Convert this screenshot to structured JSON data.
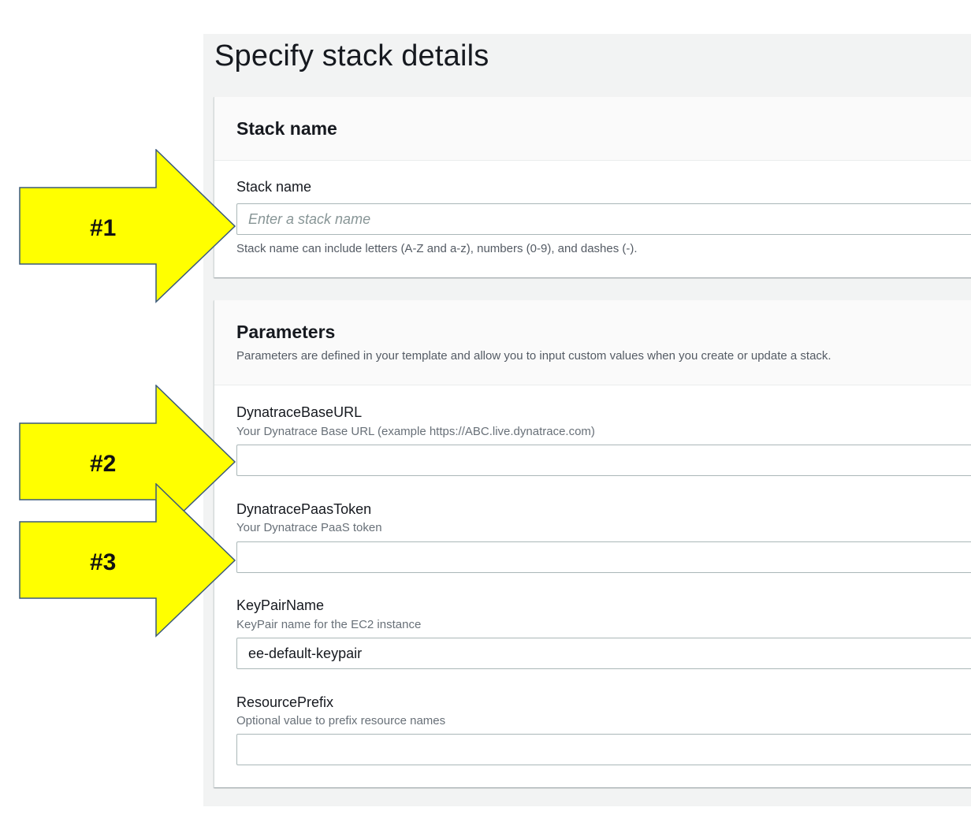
{
  "page": {
    "title": "Specify stack details"
  },
  "stack_name_panel": {
    "heading": "Stack name",
    "field_label": "Stack name",
    "placeholder": "Enter a stack name",
    "hint": "Stack name can include letters (A-Z and a-z), numbers (0-9), and dashes (-)."
  },
  "parameters_panel": {
    "heading": "Parameters",
    "description": "Parameters are defined in your template and allow you to input custom values when you create or update a stack.",
    "fields": [
      {
        "label": "DynatraceBaseURL",
        "description": "Your Dynatrace Base URL (example https://ABC.live.dynatrace.com)",
        "value": ""
      },
      {
        "label": "DynatracePaasToken",
        "description": "Your Dynatrace PaaS token",
        "value": ""
      },
      {
        "label": "KeyPairName",
        "description": "KeyPair name for the EC2 instance",
        "value": "ee-default-keypair"
      },
      {
        "label": "ResourcePrefix",
        "description": "Optional value to prefix resource names",
        "value": ""
      }
    ]
  },
  "callouts": [
    {
      "label": "#1",
      "points_to": "stack-name-input"
    },
    {
      "label": "#2",
      "points_to": "dynatrace-base-url-input"
    },
    {
      "label": "#3",
      "points_to": "dynatrace-paas-token-input"
    }
  ],
  "colors": {
    "callout_fill": "#ffff00",
    "callout_stroke": "#3b5a7a",
    "page_background": "#f2f3f3",
    "panel_background": "#ffffff"
  }
}
